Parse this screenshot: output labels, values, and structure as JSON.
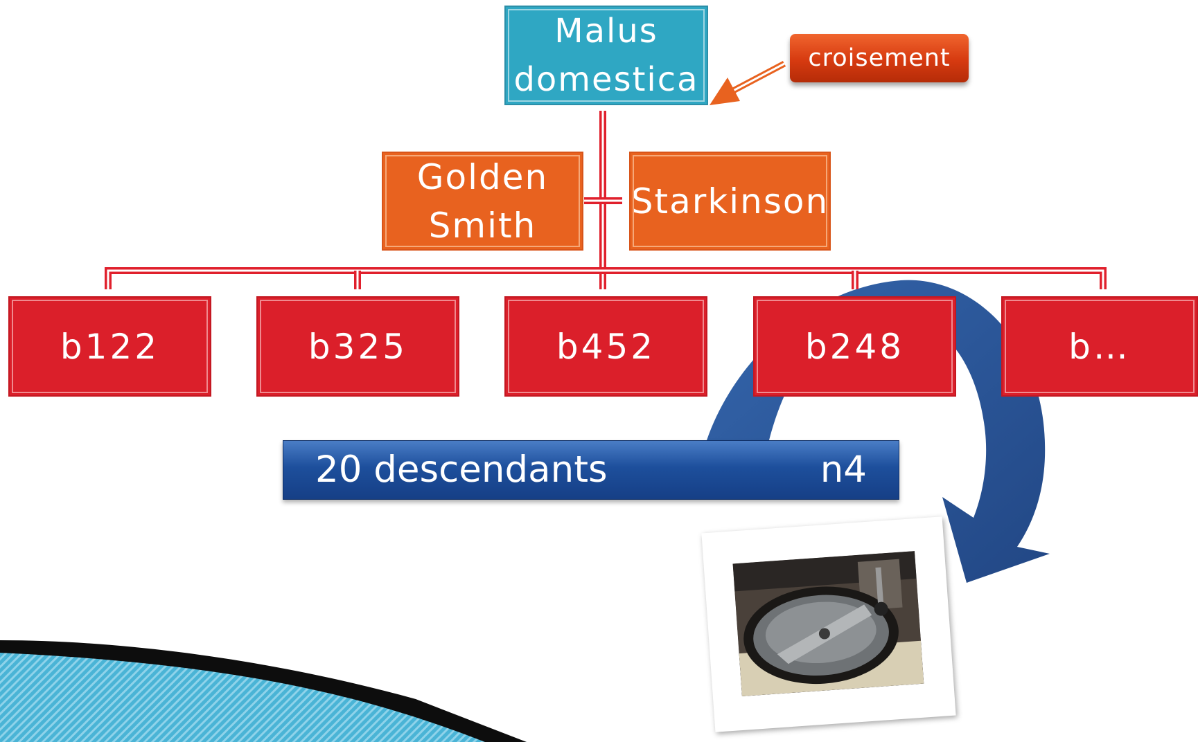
{
  "tree": {
    "root_lines": [
      "Malus",
      "domestica"
    ],
    "parents": [
      {
        "lines": [
          "Golden",
          "Smith"
        ]
      },
      {
        "lines": [
          "Starkinson"
        ]
      }
    ],
    "children": [
      "b122",
      "b325",
      "b452",
      "b248",
      "b…"
    ]
  },
  "cross_tag": "croisement",
  "banner": {
    "label": "20 descendants",
    "code": "n4"
  },
  "icons": {
    "photo": "centrifuge-photo",
    "curved_arrow": "curved-arrow-icon",
    "pointer_arrow": "orange-arrow-icon"
  },
  "colors": {
    "root": "#2fa7c3",
    "parents": "#e8621f",
    "children": "#db1f2a",
    "banner": "#1d4f9c",
    "tag": "#d63a10"
  }
}
